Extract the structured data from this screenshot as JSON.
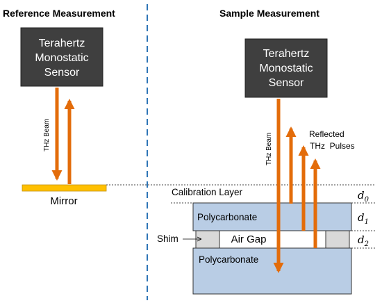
{
  "reference": {
    "heading": "Reference Measurement",
    "sensor_lines": [
      "Terahertz",
      "Monostatic",
      "Sensor"
    ],
    "beam_label": "THz Beam",
    "mirror_label": "Mirror"
  },
  "sample": {
    "heading": "Sample Measurement",
    "sensor_lines": [
      "Terahertz",
      "Monostatic",
      "Sensor"
    ],
    "beam_label": "THz Beam",
    "reflected_lines": [
      "Reflected",
      "THz  Pulses"
    ],
    "calibration_label": "Calibration Layer",
    "polycarbonate_top": "Polycarbonate",
    "air_gap": "Air Gap",
    "polycarbonate_bottom": "Polycarbonate",
    "shim_label": "Shim",
    "thickness_labels": [
      {
        "base": "d",
        "sub": "0"
      },
      {
        "base": "d",
        "sub": "1"
      },
      {
        "base": "d",
        "sub": "2"
      }
    ]
  },
  "colors": {
    "sensor_fill": "#3f3f3f",
    "beam": "#e36c0a",
    "mirror": "#ffc000",
    "polycarbonate": "#b9cde5",
    "shim": "#d9d9d9",
    "divider": "#2e75b6"
  }
}
